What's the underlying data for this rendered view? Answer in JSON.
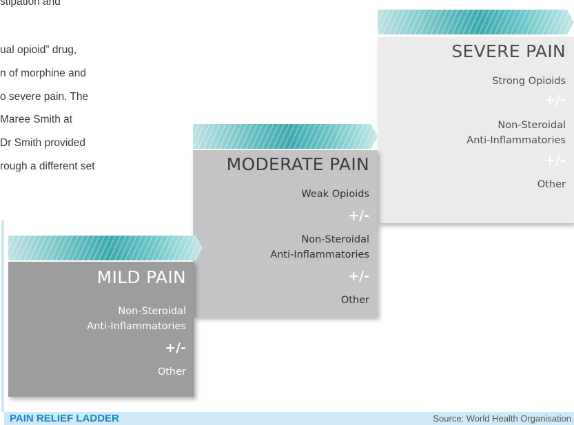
{
  "article_lines": [
    "stipation and",
    "",
    "ual opioid” drug,",
    "n of morphine and",
    "o severe pain. The",
    "Maree Smith at",
    "Dr Smith provided",
    "rough a different set"
  ],
  "ladder": {
    "severe": {
      "title": "SEVERE PAIN",
      "item1": "Strong Opioids",
      "pm1": "+/-",
      "item2a": "Non-Steroidal",
      "item2b": "Anti-Inflammatories",
      "pm2": "+/-",
      "item3": "Other"
    },
    "moderate": {
      "title": "MODERATE PAIN",
      "item1": "Weak Opioids",
      "pm1": "+/-",
      "item2a": "Non-Steroidal",
      "item2b": "Anti-Inflammatories",
      "pm2": "+/-",
      "item3": "Other"
    },
    "mild": {
      "title": "MILD PAIN",
      "item1a": "Non-Steroidal",
      "item1b": "Anti-Inflammatories",
      "pm1": "+/-",
      "item2": "Other"
    }
  },
  "footer": {
    "caption": "PAIN RELIEF LADDER",
    "source": "Source: World Health Organisation"
  },
  "colors": {
    "severe_box": "#ebebec",
    "moderate_box": "#c4c4c6",
    "mild_box": "#9d9d9f",
    "band_teal": "#3aa8ad",
    "footer_bg": "#cde9f7",
    "caption_blue": "#1a83c6"
  }
}
